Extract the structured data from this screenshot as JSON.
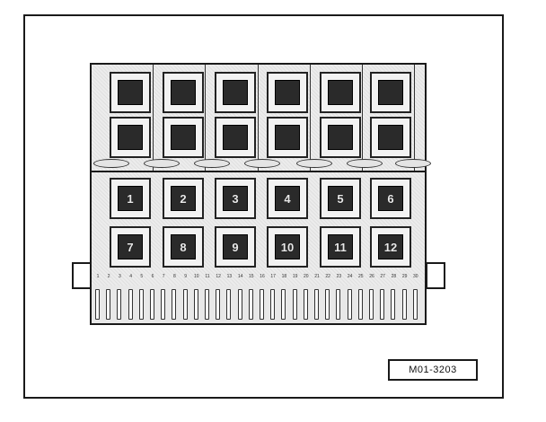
{
  "diagram": {
    "fuse_numbers": [
      "1",
      "2",
      "3",
      "4",
      "5",
      "6",
      "7",
      "8",
      "9",
      "10",
      "11",
      "12"
    ],
    "pin_labels": [
      "1",
      "2",
      "3",
      "4",
      "5",
      "6",
      "7",
      "8",
      "9",
      "10",
      "11",
      "12",
      "13",
      "14",
      "15",
      "16",
      "17",
      "18",
      "19",
      "20",
      "21",
      "22",
      "23",
      "24",
      "25",
      "26",
      "27",
      "28",
      "29",
      "30"
    ],
    "figure_code": "M01-3203"
  }
}
